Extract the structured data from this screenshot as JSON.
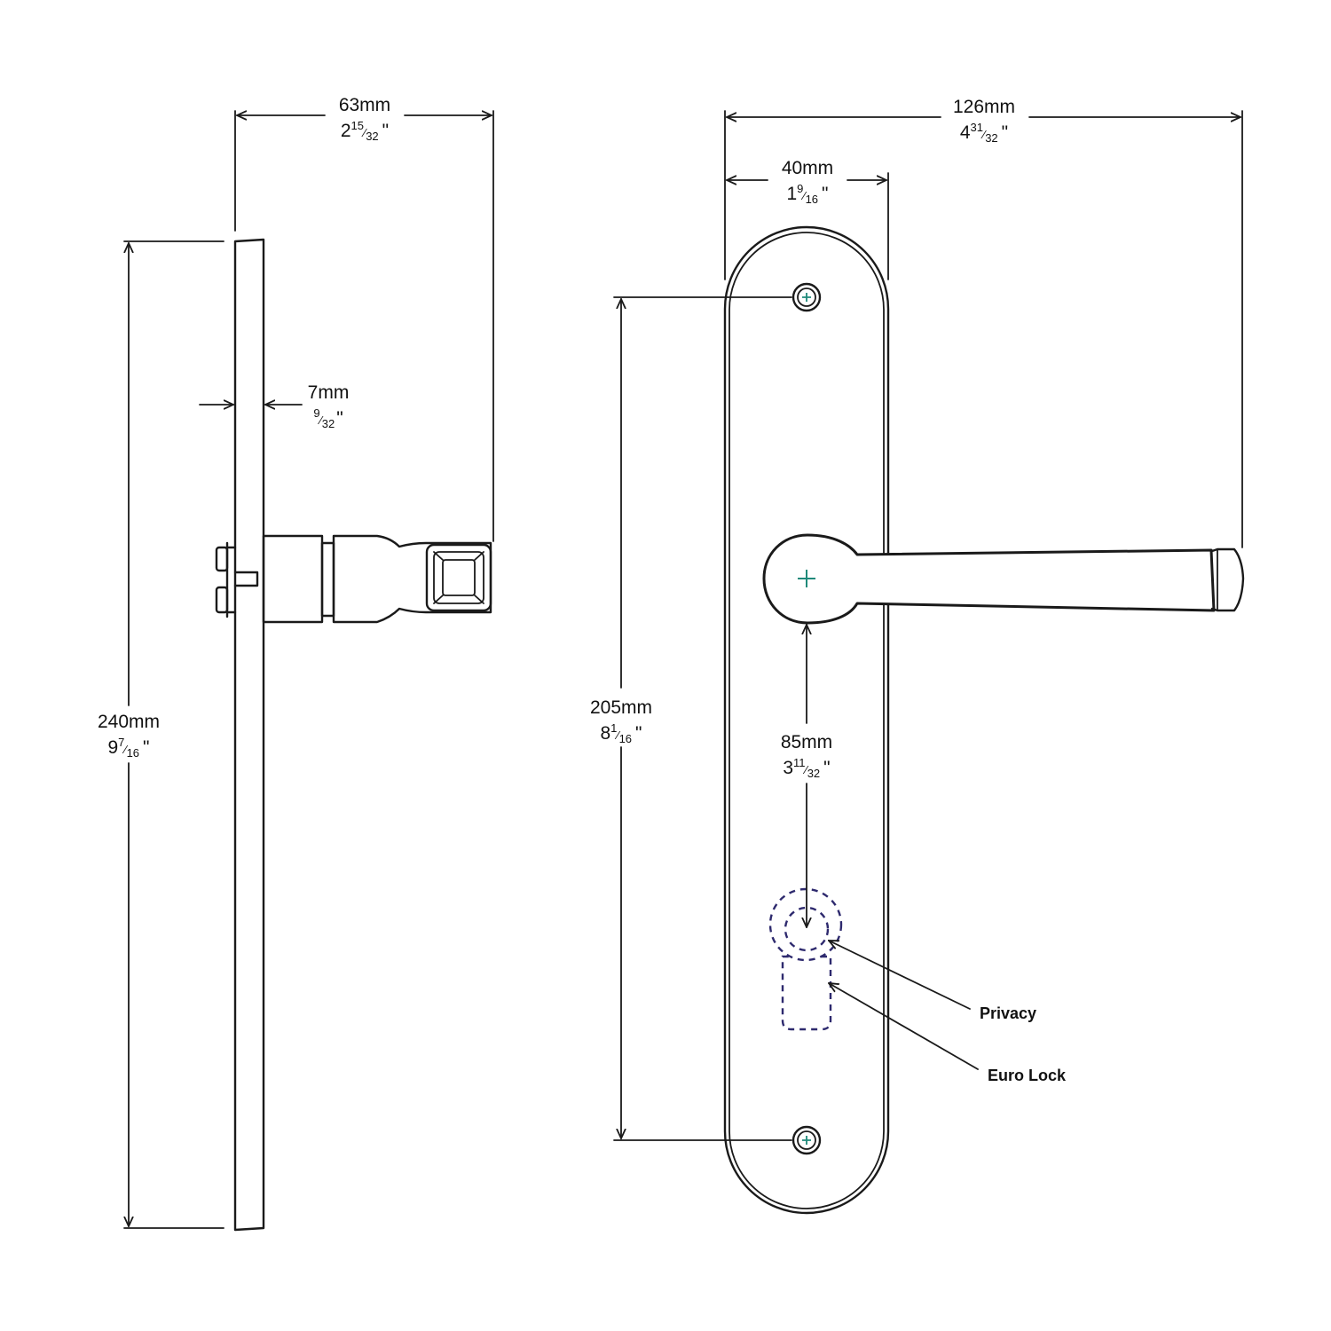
{
  "dimensions": {
    "overall_depth": {
      "mm": "63mm",
      "whole": "2",
      "num": "15",
      "den": "32",
      "mark": "\""
    },
    "plate_thickness": {
      "mm": "7mm",
      "whole": "",
      "num": "9",
      "den": "32",
      "mark": "\""
    },
    "plate_height": {
      "mm": "240mm",
      "whole": "9",
      "num": "7",
      "den": "16",
      "mark": "\""
    },
    "overall_width": {
      "mm": "126mm",
      "whole": "4",
      "num": "31",
      "den": "32",
      "mark": "\""
    },
    "plate_width": {
      "mm": "40mm",
      "whole": "1",
      "num": "9",
      "den": "16",
      "mark": "\""
    },
    "fixing_centres": {
      "mm": "205mm",
      "whole": "8",
      "num": "1",
      "den": "16",
      "mark": "\""
    },
    "lock_centres": {
      "mm": "85mm",
      "whole": "3",
      "num": "11",
      "den": "32",
      "mark": "\""
    }
  },
  "callouts": {
    "privacy": "Privacy",
    "euro_lock": "Euro Lock"
  },
  "colors": {
    "line": "#1a1a1a",
    "cutout_dashed": "#2e2a6e",
    "spindle_center": "#1f8a7a"
  }
}
